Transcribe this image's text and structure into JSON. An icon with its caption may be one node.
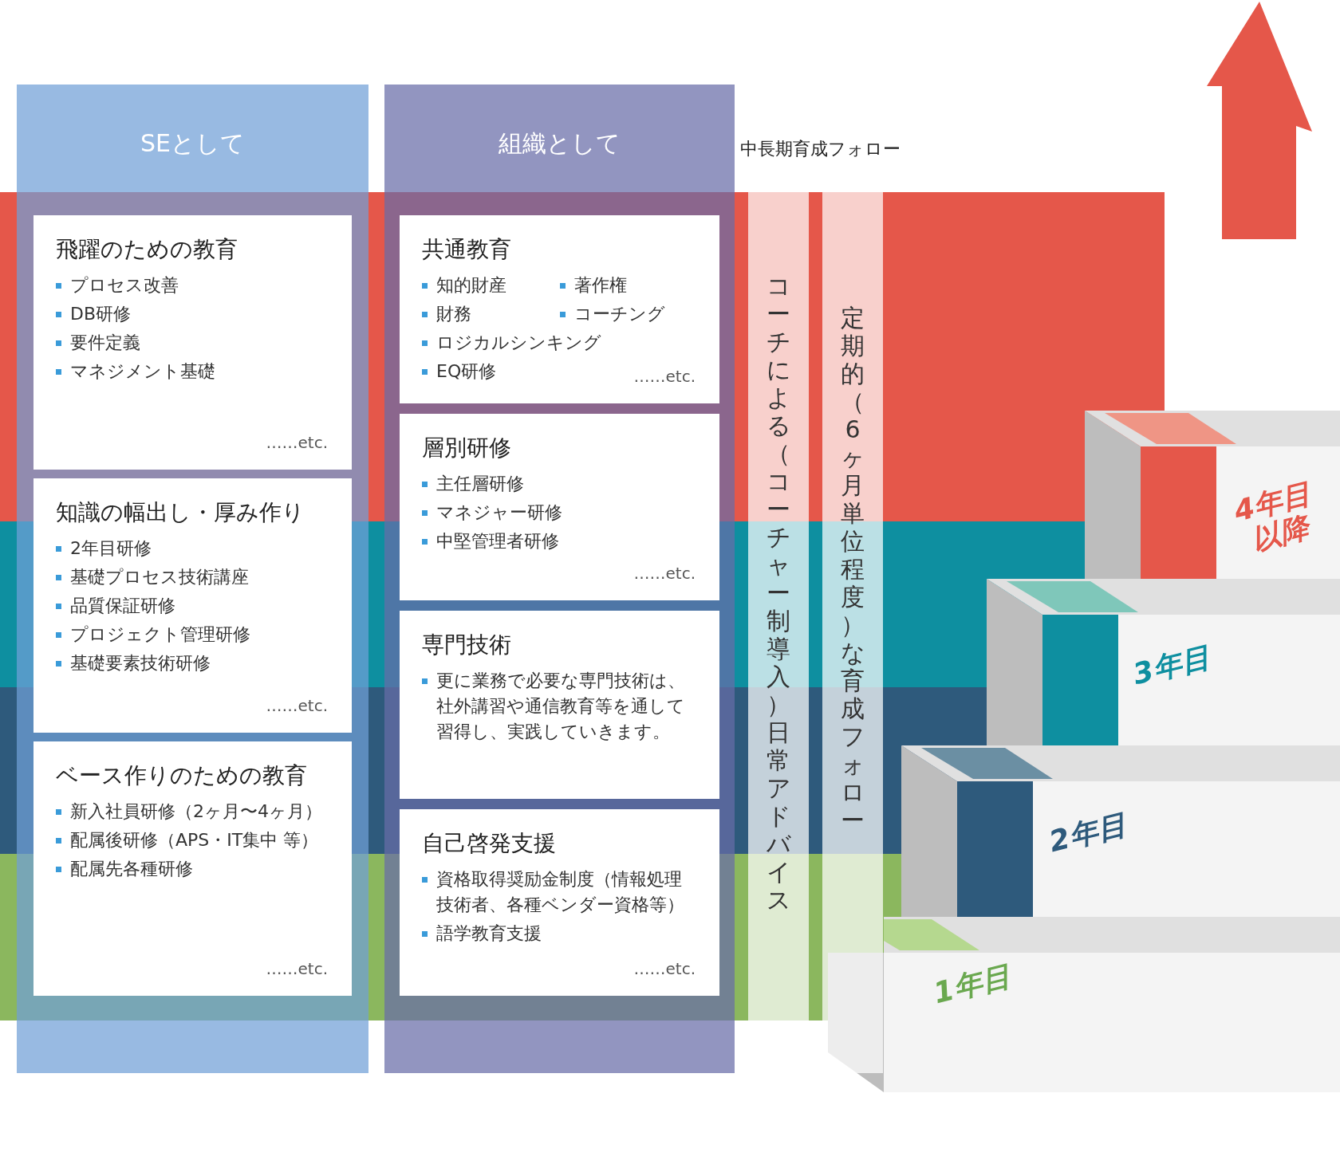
{
  "diagram": {
    "nodes": [
      {
        "text": [
          "SEとして"
        ]
      },
      {
        "text": [
          "飛躍のための教育",
          "プロセス改善",
          "DB研修",
          "要件定義",
          "マネジメント基礎",
          "……etc."
        ],
        "in": 0
      },
      {
        "text": [
          "知識の幅出し・厚み作り",
          "2年目研修",
          "基礎プロセス技術講座",
          "品質保証研修",
          "プロジェクト管理研修",
          "基礎要素技術研修",
          "……etc."
        ],
        "in": 0
      },
      {
        "text": [
          "ベース作りのための教育",
          "新入社員研修（2ヶ月〜4ヶ月）",
          "配属後研修（APS・IT集中 等）",
          "配属先各種研修",
          "……etc."
        ],
        "in": 0
      },
      {
        "text": [
          "組織として"
        ]
      },
      {
        "text": [
          "共通教育",
          "知的財産",
          "著作権",
          "財務",
          "コーチング",
          "ロジカルシンキング",
          "EQ研修",
          "……etc."
        ],
        "in": 4
      },
      {
        "text": [
          "層別研修",
          "主任層研修",
          "マネジャー研修",
          "中堅管理者研修",
          "……etc."
        ],
        "in": 4
      },
      {
        "text": [
          "専門技術",
          "更に業務で必要な専門技術は、社外講習や通信教育等を通して習得し、実践していきます。"
        ],
        "in": 4
      },
      {
        "text": [
          "自己啓発支援",
          "資格取得奨励金制度（情報処理技術者、各種ベンダー資格等）",
          "語学教育支援",
          "……etc."
        ],
        "in": 4
      },
      {
        "text": [
          "コーチによる（コーチャー制導入）日常アドバイス"
        ]
      },
      {
        "text": [
          "定期的（6ヶ月単位程度）な育成フォロー"
        ]
      },
      {
        "text": [
          "1年目"
        ]
      },
      {
        "text": [
          "2年目"
        ]
      },
      {
        "text": [
          "3年目"
        ]
      },
      {
        "text": [
          "4年目以降"
        ]
      }
    ],
    "labels": [
      "中長期育成フォロー"
    ]
  }
}
